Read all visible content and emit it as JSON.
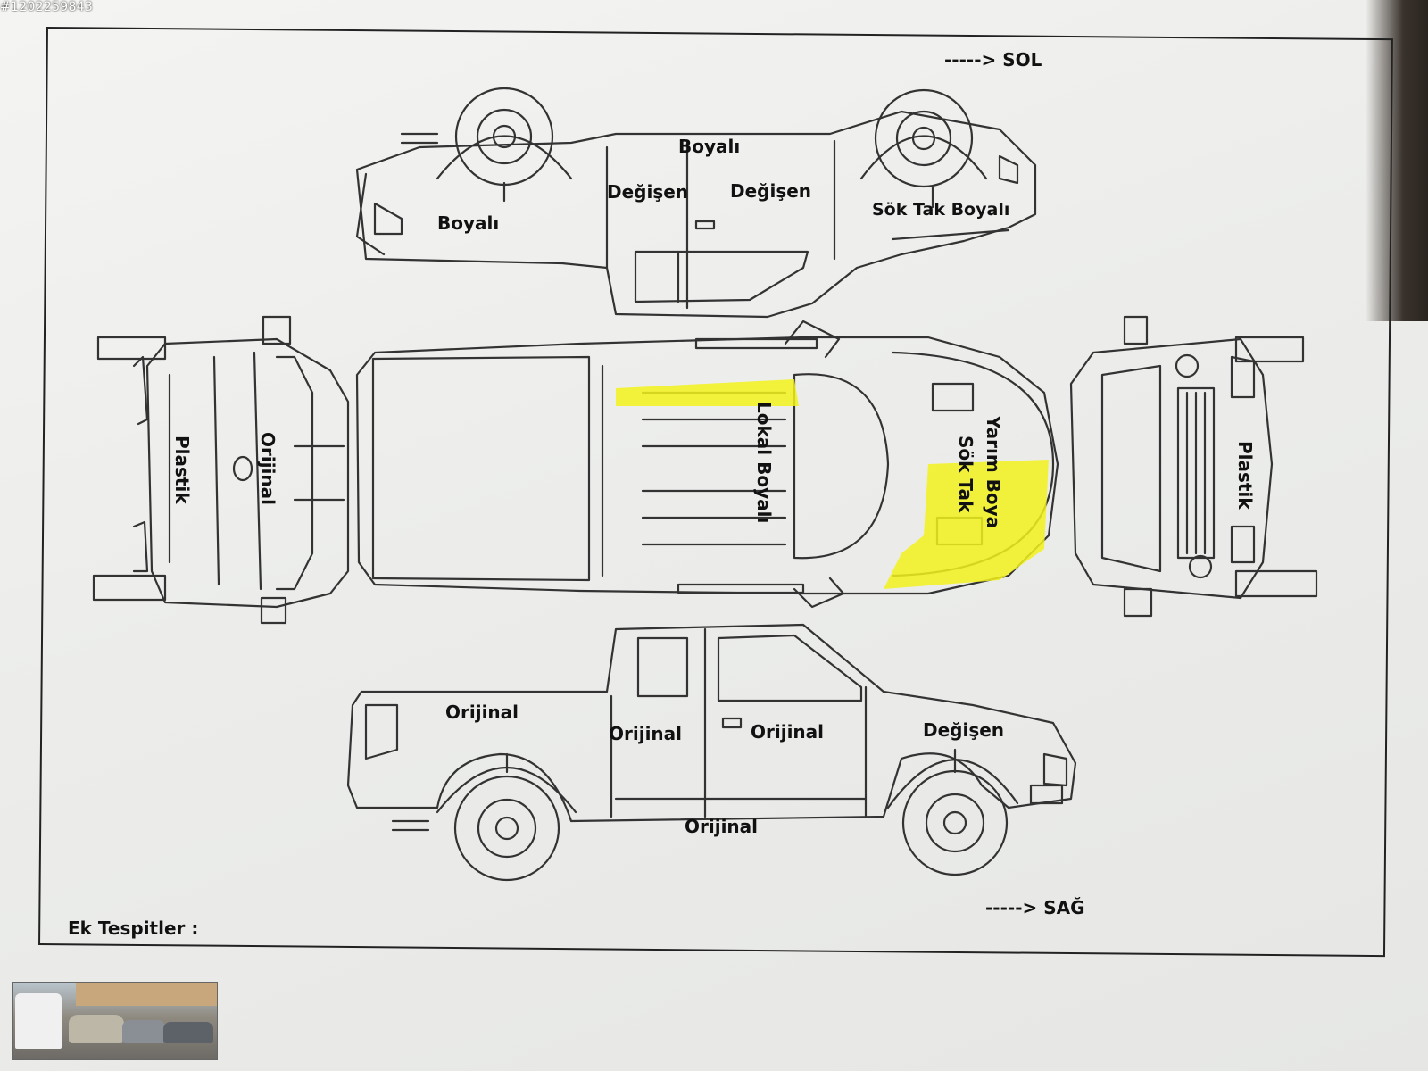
{
  "meta": {
    "reference": "#1202259843"
  },
  "header": {
    "left_direction": "-----> SOL"
  },
  "footer": {
    "right_direction": "-----> SAĞ",
    "notes_label": "Ek Tespitler :"
  },
  "left_side": {
    "roof": "Boyalı",
    "front_door": "Değişen",
    "rear_door": "Değişen",
    "bed": "Boyalı",
    "front_fender": "Sök Tak Boyalı"
  },
  "top_view": {
    "roof": "Lokal Boyalı",
    "hood_line1": "Yarım Boya",
    "hood_line2": "Sök Tak",
    "highlight_color": "#f2f21c"
  },
  "rear_view": {
    "bumper": "Plastik",
    "tailgate": "Orijinal"
  },
  "front_view": {
    "bumper": "Plastik"
  },
  "right_side": {
    "bed": "Orijinal",
    "rear_door": "Orijinal",
    "front_door": "Orijinal",
    "front_fender": "Değişen",
    "sill": "Orijinal"
  }
}
